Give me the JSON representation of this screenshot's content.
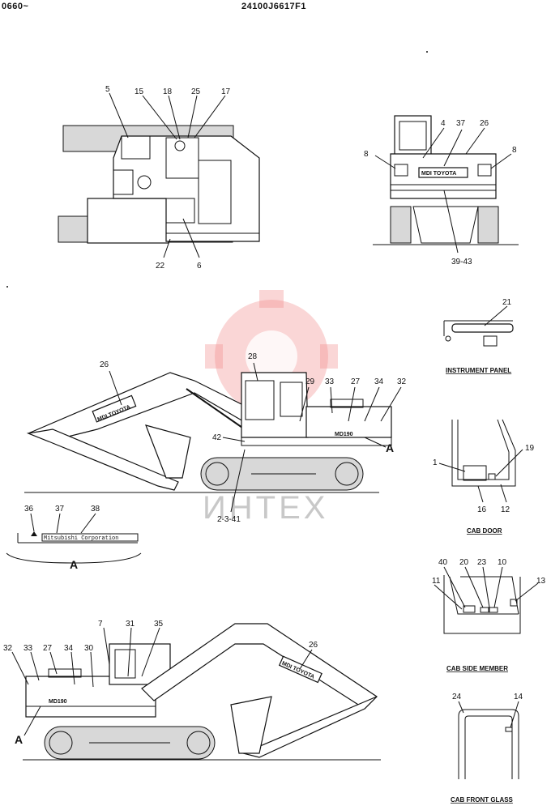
{
  "header": {
    "left": "0660~",
    "center": "24100J6617F1"
  },
  "watermark": {
    "text": "ИНТЕХ"
  },
  "views": {
    "top": {
      "labels": [
        "5",
        "15",
        "18",
        "25",
        "17",
        "22",
        "6"
      ]
    },
    "rear": {
      "labels": [
        "4",
        "37",
        "26",
        "8",
        "8",
        "39-43"
      ]
    },
    "side1": {
      "labels": [
        "26",
        "28",
        "29",
        "33",
        "27",
        "34",
        "32",
        "42",
        "2-3-41",
        "A"
      ]
    },
    "detailA": {
      "labels": [
        "36",
        "37",
        "38",
        "A"
      ],
      "plate_text": "Mitsubishi Corporation"
    },
    "side2": {
      "labels": [
        "7",
        "31",
        "35",
        "26",
        "32",
        "33",
        "27",
        "34",
        "30",
        "A"
      ]
    },
    "instrument_panel": {
      "caption": "INSTRUMENT PANEL",
      "labels": [
        "21"
      ]
    },
    "cab_door": {
      "caption": "CAB DOOR",
      "labels": [
        "1",
        "19",
        "16",
        "12"
      ]
    },
    "cab_side_member": {
      "caption": "CAB SIDE MEMBER",
      "labels": [
        "40",
        "20",
        "23",
        "10",
        "11",
        "13"
      ]
    },
    "cab_front_glass": {
      "caption": "CAB FRONT GLASS",
      "labels": [
        "24",
        "14"
      ]
    }
  },
  "decals": {
    "boom_logo": "MDI TOYOTA",
    "model": "MD190"
  },
  "colors": {
    "watermark": "#f08a8a",
    "ink": "#111111"
  }
}
